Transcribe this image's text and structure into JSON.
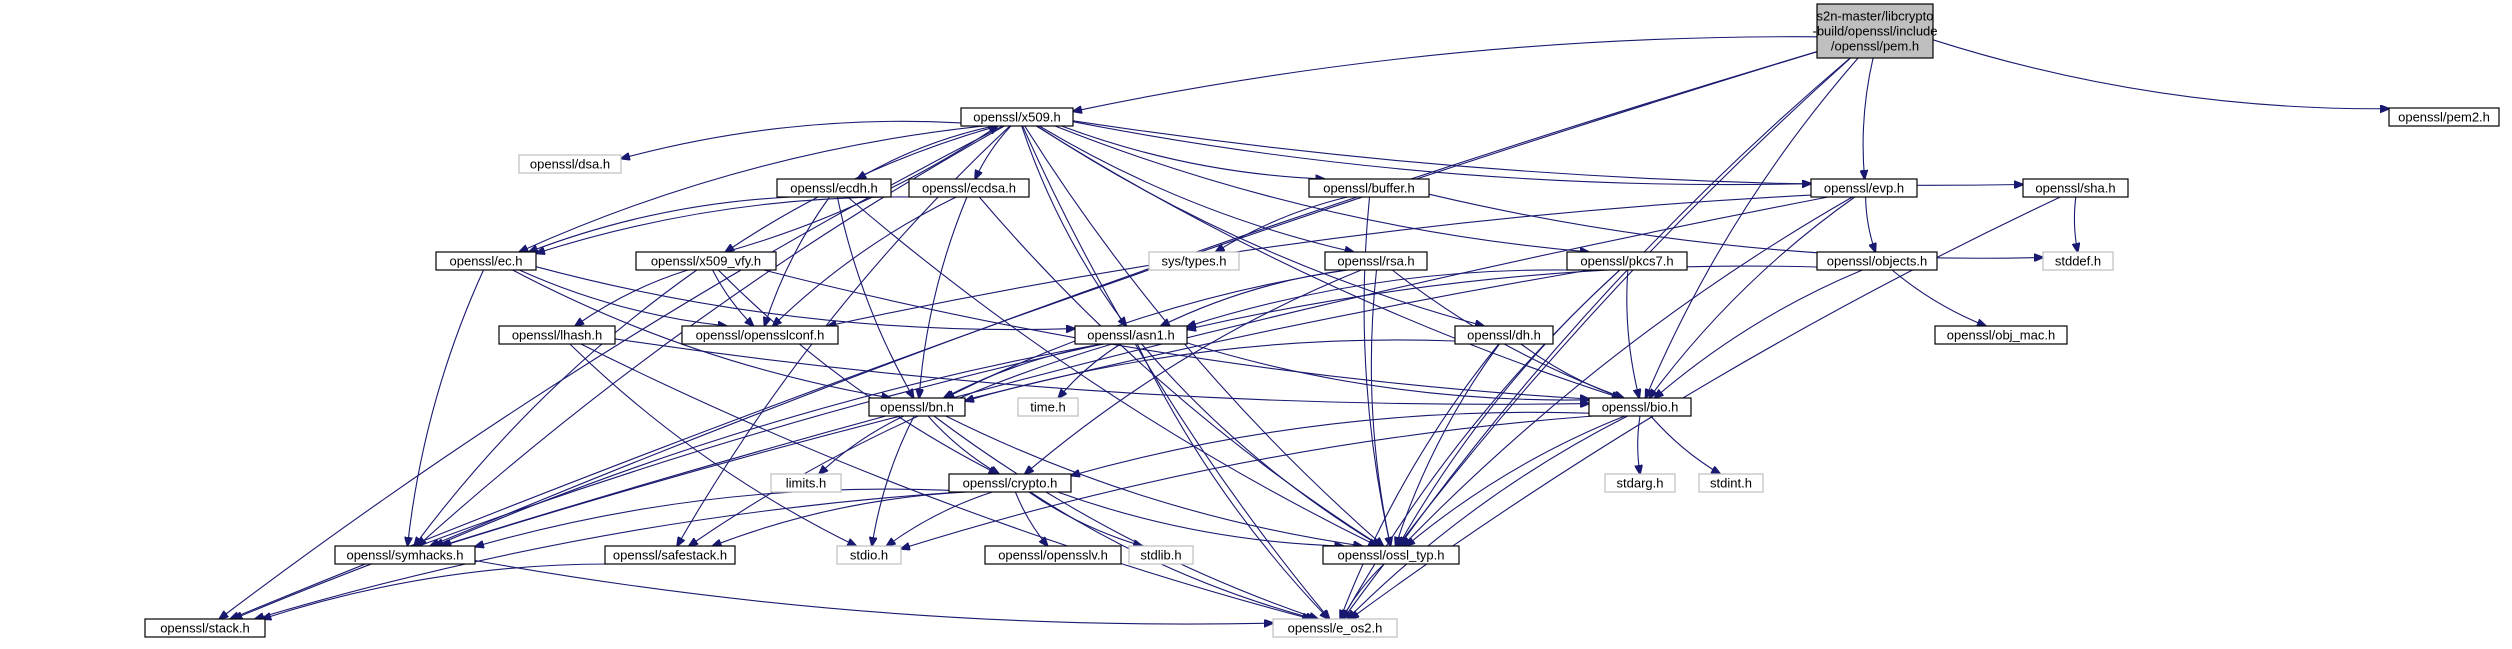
{
  "graph": {
    "edge_color": "#191970",
    "root_fill": "#bfbfbf",
    "system_border": "#bfbfbf",
    "nodes": [
      {
        "id": "pem",
        "lines": [
          "s2n-master/libcrypto",
          "-build/openssl/include",
          "/openssl/pem.h"
        ],
        "kind": "root"
      },
      {
        "id": "x509",
        "lines": [
          "openssl/x509.h"
        ],
        "kind": "file"
      },
      {
        "id": "pem2",
        "lines": [
          "openssl/pem2.h"
        ],
        "kind": "file"
      },
      {
        "id": "dsa",
        "lines": [
          "openssl/dsa.h"
        ],
        "kind": "system"
      },
      {
        "id": "ecdh",
        "lines": [
          "openssl/ecdh.h"
        ],
        "kind": "file"
      },
      {
        "id": "ecdsa",
        "lines": [
          "openssl/ecdsa.h"
        ],
        "kind": "file"
      },
      {
        "id": "buffer",
        "lines": [
          "openssl/buffer.h"
        ],
        "kind": "file"
      },
      {
        "id": "evp",
        "lines": [
          "openssl/evp.h"
        ],
        "kind": "file"
      },
      {
        "id": "sha",
        "lines": [
          "openssl/sha.h"
        ],
        "kind": "file"
      },
      {
        "id": "ec",
        "lines": [
          "openssl/ec.h"
        ],
        "kind": "file"
      },
      {
        "id": "x509_vfy",
        "lines": [
          "openssl/x509_vfy.h"
        ],
        "kind": "file"
      },
      {
        "id": "systypes",
        "lines": [
          "sys/types.h"
        ],
        "kind": "system"
      },
      {
        "id": "rsa",
        "lines": [
          "openssl/rsa.h"
        ],
        "kind": "file"
      },
      {
        "id": "pkcs7",
        "lines": [
          "openssl/pkcs7.h"
        ],
        "kind": "file"
      },
      {
        "id": "objects",
        "lines": [
          "openssl/objects.h"
        ],
        "kind": "file"
      },
      {
        "id": "stddef",
        "lines": [
          "stddef.h"
        ],
        "kind": "system"
      },
      {
        "id": "lhash",
        "lines": [
          "openssl/lhash.h"
        ],
        "kind": "file"
      },
      {
        "id": "opensslconf",
        "lines": [
          "openssl/opensslconf.h"
        ],
        "kind": "file"
      },
      {
        "id": "asn1",
        "lines": [
          "openssl/asn1.h"
        ],
        "kind": "file"
      },
      {
        "id": "dh",
        "lines": [
          "openssl/dh.h"
        ],
        "kind": "file"
      },
      {
        "id": "obj_mac",
        "lines": [
          "openssl/obj_mac.h"
        ],
        "kind": "file"
      },
      {
        "id": "bn",
        "lines": [
          "openssl/bn.h"
        ],
        "kind": "file"
      },
      {
        "id": "time",
        "lines": [
          "time.h"
        ],
        "kind": "system"
      },
      {
        "id": "bio",
        "lines": [
          "openssl/bio.h"
        ],
        "kind": "file"
      },
      {
        "id": "limits",
        "lines": [
          "limits.h"
        ],
        "kind": "system"
      },
      {
        "id": "crypto",
        "lines": [
          "openssl/crypto.h"
        ],
        "kind": "file"
      },
      {
        "id": "stdarg",
        "lines": [
          "stdarg.h"
        ],
        "kind": "system"
      },
      {
        "id": "stdint",
        "lines": [
          "stdint.h"
        ],
        "kind": "system"
      },
      {
        "id": "symhacks",
        "lines": [
          "openssl/symhacks.h"
        ],
        "kind": "file"
      },
      {
        "id": "safestack",
        "lines": [
          "openssl/safestack.h"
        ],
        "kind": "file"
      },
      {
        "id": "stdio",
        "lines": [
          "stdio.h"
        ],
        "kind": "system"
      },
      {
        "id": "opensslv",
        "lines": [
          "openssl/opensslv.h"
        ],
        "kind": "file"
      },
      {
        "id": "stdlib",
        "lines": [
          "stdlib.h"
        ],
        "kind": "system"
      },
      {
        "id": "ossl_typ",
        "lines": [
          "openssl/ossl_typ.h"
        ],
        "kind": "file"
      },
      {
        "id": "stack",
        "lines": [
          "openssl/stack.h"
        ],
        "kind": "file"
      },
      {
        "id": "e_os2",
        "lines": [
          "openssl/e_os2.h"
        ],
        "kind": "system"
      }
    ],
    "edges": [
      [
        "pem",
        "x509"
      ],
      [
        "pem",
        "pem2"
      ],
      [
        "pem",
        "evp"
      ],
      [
        "pem",
        "bio"
      ],
      [
        "pem",
        "stack"
      ],
      [
        "pem",
        "symhacks"
      ],
      [
        "pem",
        "ossl_typ"
      ],
      [
        "pem",
        "e_os2"
      ],
      [
        "x509",
        "dsa"
      ],
      [
        "x509",
        "ecdh"
      ],
      [
        "x509",
        "ecdsa"
      ],
      [
        "x509",
        "buffer"
      ],
      [
        "x509",
        "evp"
      ],
      [
        "x509",
        "sha"
      ],
      [
        "x509",
        "ec"
      ],
      [
        "x509",
        "x509_vfy"
      ],
      [
        "x509",
        "rsa"
      ],
      [
        "x509",
        "pkcs7"
      ],
      [
        "x509",
        "dh"
      ],
      [
        "x509",
        "asn1"
      ],
      [
        "x509",
        "bio"
      ],
      [
        "x509",
        "stack"
      ],
      [
        "x509",
        "safestack"
      ],
      [
        "x509",
        "symhacks"
      ],
      [
        "x509",
        "e_os2"
      ],
      [
        "x509",
        "ossl_typ"
      ],
      [
        "ecdh",
        "ec"
      ],
      [
        "ecdh",
        "opensslconf"
      ],
      [
        "ecdh",
        "bn"
      ],
      [
        "ecdh",
        "ossl_typ"
      ],
      [
        "ecdsa",
        "ec"
      ],
      [
        "ecdsa",
        "opensslconf"
      ],
      [
        "ecdsa",
        "bn"
      ],
      [
        "ecdsa",
        "ossl_typ"
      ],
      [
        "buffer",
        "systypes"
      ],
      [
        "buffer",
        "stddef"
      ],
      [
        "buffer",
        "ossl_typ"
      ],
      [
        "evp",
        "objects"
      ],
      [
        "evp",
        "opensslconf"
      ],
      [
        "evp",
        "bio"
      ],
      [
        "evp",
        "symhacks"
      ],
      [
        "evp",
        "ossl_typ"
      ],
      [
        "sha",
        "stddef"
      ],
      [
        "sha",
        "e_os2"
      ],
      [
        "ec",
        "asn1"
      ],
      [
        "ec",
        "bn"
      ],
      [
        "ec",
        "opensslconf"
      ],
      [
        "ec",
        "symhacks"
      ],
      [
        "x509_vfy",
        "x509"
      ],
      [
        "x509_vfy",
        "lhash"
      ],
      [
        "x509_vfy",
        "bio"
      ],
      [
        "x509_vfy",
        "crypto"
      ],
      [
        "x509_vfy",
        "opensslconf"
      ],
      [
        "x509_vfy",
        "symhacks"
      ],
      [
        "rsa",
        "asn1"
      ],
      [
        "rsa",
        "bio"
      ],
      [
        "rsa",
        "crypto"
      ],
      [
        "rsa",
        "ossl_typ"
      ],
      [
        "rsa",
        "bn"
      ],
      [
        "pkcs7",
        "asn1"
      ],
      [
        "pkcs7",
        "bio"
      ],
      [
        "pkcs7",
        "e_os2"
      ],
      [
        "pkcs7",
        "ossl_typ"
      ],
      [
        "pkcs7",
        "symhacks"
      ],
      [
        "objects",
        "obj_mac"
      ],
      [
        "objects",
        "bio"
      ],
      [
        "objects",
        "asn1"
      ],
      [
        "lhash",
        "bio"
      ],
      [
        "lhash",
        "stdio"
      ],
      [
        "lhash",
        "e_os2"
      ],
      [
        "asn1",
        "time"
      ],
      [
        "asn1",
        "e_os2"
      ],
      [
        "asn1",
        "bio"
      ],
      [
        "asn1",
        "stack"
      ],
      [
        "asn1",
        "safestack"
      ],
      [
        "asn1",
        "ossl_typ"
      ],
      [
        "asn1",
        "symhacks"
      ],
      [
        "asn1",
        "bn"
      ],
      [
        "dh",
        "bio"
      ],
      [
        "dh",
        "ossl_typ"
      ],
      [
        "dh",
        "bn"
      ],
      [
        "dh",
        "e_os2"
      ],
      [
        "bn",
        "limits"
      ],
      [
        "bn",
        "e_os2"
      ],
      [
        "bn",
        "ossl_typ"
      ],
      [
        "bn",
        "crypto"
      ],
      [
        "bn",
        "stdio"
      ],
      [
        "bio",
        "crypto"
      ],
      [
        "bio",
        "stdarg"
      ],
      [
        "bio",
        "stdint"
      ],
      [
        "bio",
        "e_os2"
      ],
      [
        "bio",
        "ossl_typ"
      ],
      [
        "bio",
        "stdio"
      ],
      [
        "crypto",
        "stdlib"
      ],
      [
        "crypto",
        "e_os2"
      ],
      [
        "crypto",
        "ossl_typ"
      ],
      [
        "crypto",
        "stack"
      ],
      [
        "crypto",
        "safestack"
      ],
      [
        "crypto",
        "opensslv"
      ],
      [
        "crypto",
        "symhacks"
      ],
      [
        "crypto",
        "stdio"
      ],
      [
        "symhacks",
        "e_os2"
      ],
      [
        "safestack",
        "stack"
      ],
      [
        "ossl_typ",
        "e_os2"
      ]
    ]
  }
}
